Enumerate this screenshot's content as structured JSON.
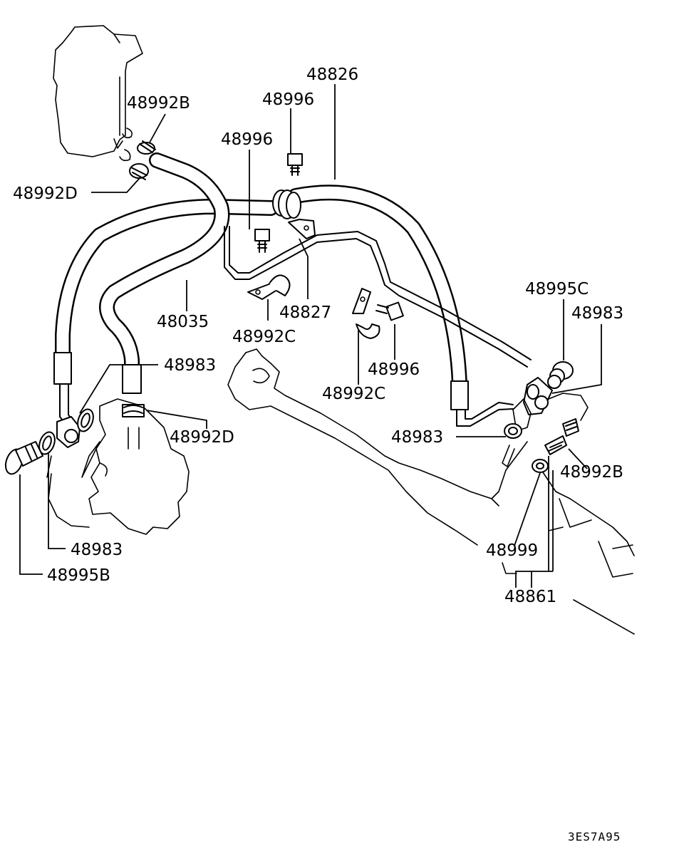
{
  "labels": {
    "p48826": "48826",
    "p48996_top": "48996",
    "p48992B_top": "48992B",
    "p48996_mid": "48996",
    "p48992D_left": "48992D",
    "p48035": "48035",
    "p48827": "48827",
    "p48992C_mid": "48992C",
    "p48996_right": "48996",
    "p48992C_right": "48992C",
    "p48995C": "48995C",
    "p48983_right": "48983",
    "p48983_left": "48983",
    "p48992D_mid": "48992D",
    "p48983_mid": "48983",
    "p48992B_right": "48992B",
    "p48983_bottom": "48983",
    "p48995B": "48995B",
    "p48999": "48999",
    "p48861": "48861"
  },
  "diagram_code": "3ES7A95"
}
